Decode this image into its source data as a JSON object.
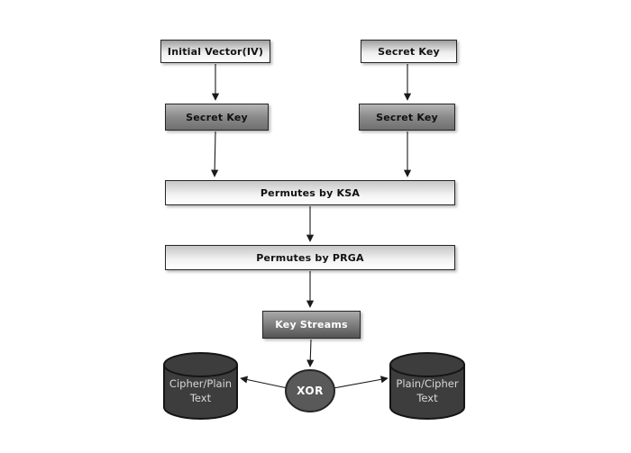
{
  "diagram": {
    "nodes": {
      "iv": {
        "label": "Initial Vector(IV)"
      },
      "sk_top_right": {
        "label": "Secret Key"
      },
      "sk_mid_left": {
        "label": "Secret Key"
      },
      "sk_mid_right": {
        "label": "Secret Key"
      },
      "ksa": {
        "label": "Permutes by KSA"
      },
      "prga": {
        "label": "Permutes by PRGA"
      },
      "key_streams": {
        "label": "Key Streams"
      },
      "xor": {
        "label": "XOR"
      },
      "cipher_plain": {
        "label": "Cipher/Plain\nText"
      },
      "plain_cipher": {
        "label": "Plain/Cipher\nText"
      }
    },
    "colors": {
      "light_box_top": "#9f9f9f",
      "light_box_bottom": "#ffffff",
      "dark_box_top": "#b5b5b5",
      "dark_box_bottom": "#6f6f6f",
      "keystream_top": "#a9a9a9",
      "keystream_bottom": "#545454",
      "xor_fill": "#595959",
      "cylinder_fill": "#3d3d3d",
      "outline": "#262626",
      "arrow": "#1a1a1a",
      "cylinder_text": "#d8d8d8",
      "background": "#ffffff"
    }
  }
}
